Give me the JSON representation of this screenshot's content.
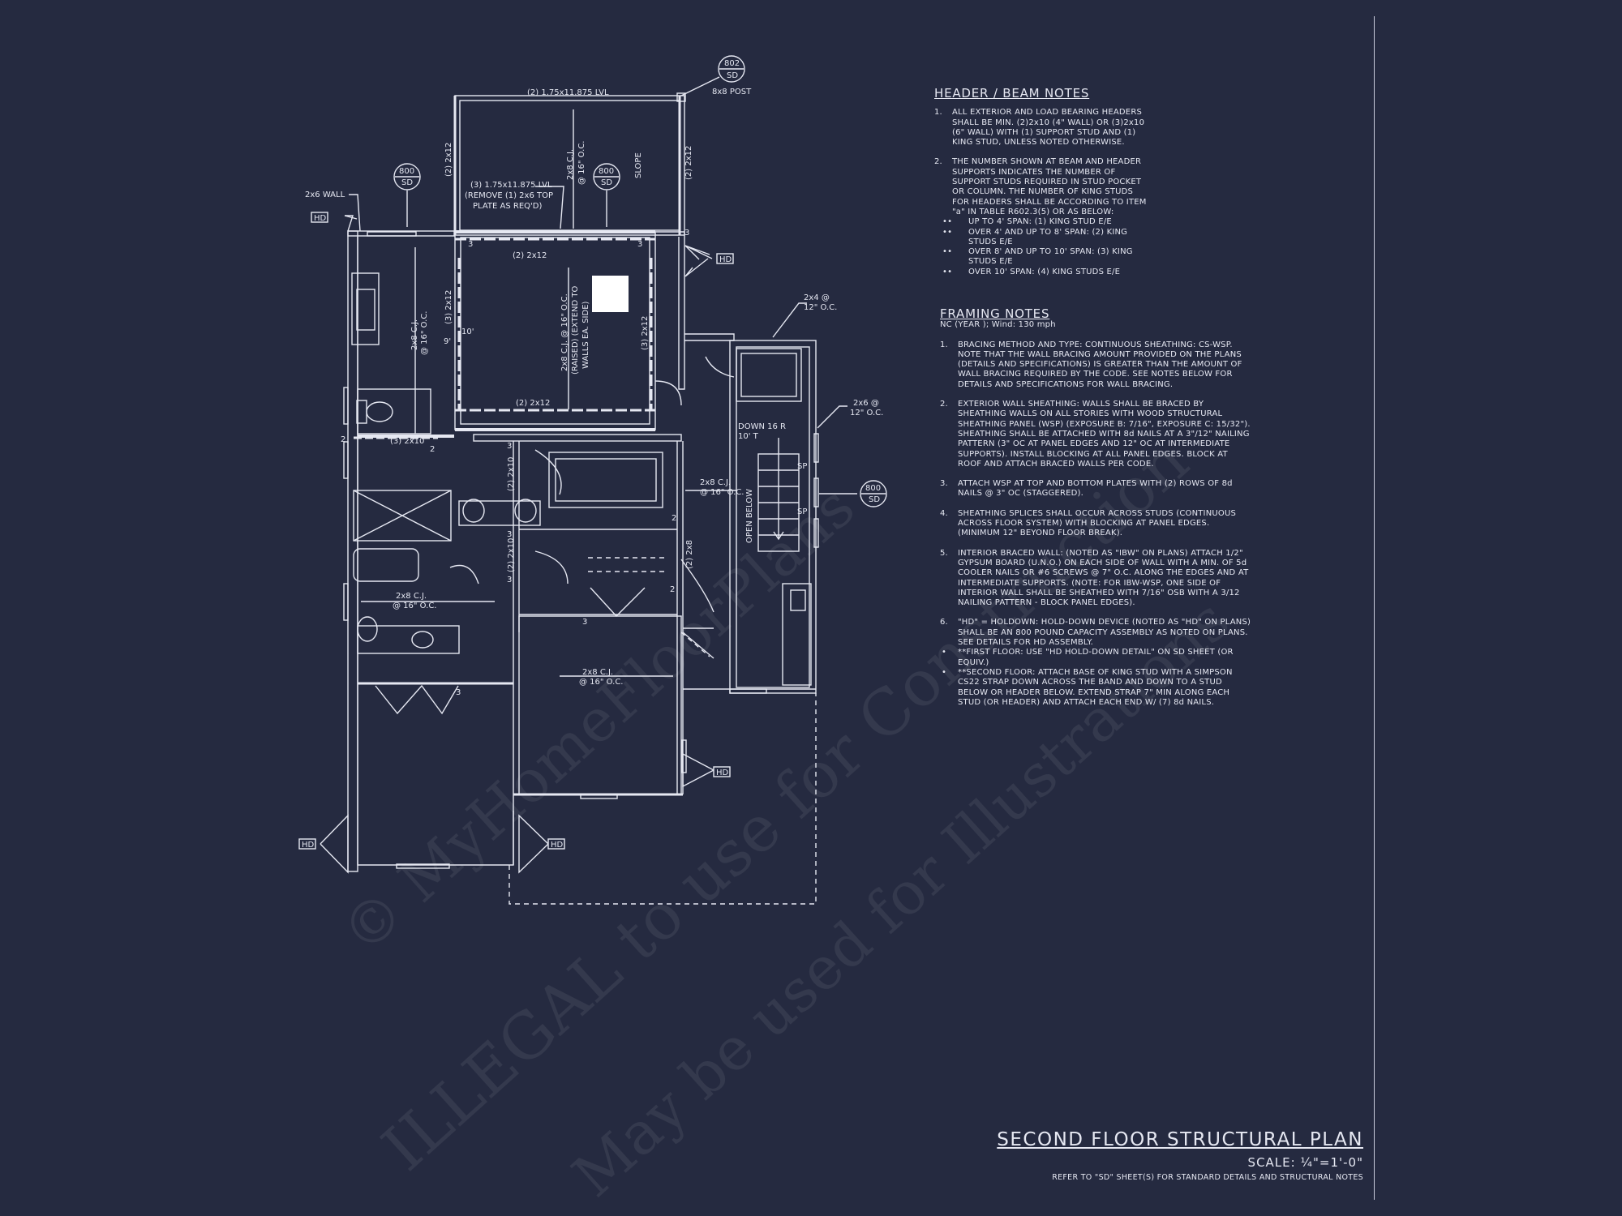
{
  "watermark": {
    "line1": "© MyHomeFloorPlans",
    "line2": "ILLEGAL to use for Construction",
    "line3": "May be used for Illustrations"
  },
  "header_notes": {
    "title": "HEADER / BEAM NOTES",
    "n1_num": "1.",
    "n1_text": "ALL EXTERIOR AND LOAD BEARING HEADERS SHALL BE MIN. (2)2x10 (4\" WALL) OR (3)2x10 (6\" WALL) WITH (1) SUPPORT STUD AND (1) KING STUD, UNLESS NOTED OTHERWISE.",
    "n2_num": "2.",
    "n2_text": "THE NUMBER SHOWN AT BEAM AND HEADER SUPPORTS INDICATES THE NUMBER OF SUPPORT STUDS REQUIRED IN STUD POCKET OR COLUMN. THE NUMBER OF KING STUDS FOR HEADERS SHALL BE ACCORDING TO ITEM \"a\" IN TABLE R602.3(5) OR AS BELOW:",
    "b1": "UP TO 4' SPAN: (1) KING STUD E/E",
    "b2": "OVER 4' AND UP TO 8' SPAN: (2) KING STUDS E/E",
    "b3": "OVER 8' AND UP TO 10' SPAN: (3) KING STUDS E/E",
    "b4": "OVER 10' SPAN: (4) KING STUDS E/E",
    "bullet": "••"
  },
  "framing_notes": {
    "title": "FRAMING NOTES",
    "subtitle": "NC (YEAR ); Wind: 130 mph",
    "n1_num": "1.",
    "n1_text": "BRACING METHOD AND TYPE: CONTINUOUS SHEATHING: CS-WSP. NOTE THAT THE WALL BRACING AMOUNT PROVIDED ON THE PLANS (DETAILS AND SPECIFICATIONS) IS GREATER THAN THE AMOUNT OF WALL BRACING REQUIRED BY THE CODE. SEE NOTES BELOW FOR DETAILS AND SPECIFICATIONS FOR WALL BRACING.",
    "n2_num": "2.",
    "n2_text": "EXTERIOR WALL SHEATHING: WALLS SHALL BE BRACED BY SHEATHING WALLS ON ALL STORIES WITH WOOD STRUCTURAL SHEATHING PANEL (WSP) (EXPOSURE B: 7/16\", EXPOSURE C: 15/32\"). SHEATHING SHALL BE ATTACHED WITH 8d NAILS AT A 3\"/12\" NAILING PATTERN (3\" OC AT PANEL EDGES AND 12\" OC AT INTERMEDIATE SUPPORTS). INSTALL BLOCKING AT ALL PANEL EDGES. BLOCK AT ROOF AND ATTACH BRACED WALLS PER CODE.",
    "n3_num": "3.",
    "n3_text": "ATTACH WSP AT TOP AND BOTTOM PLATES WITH (2) ROWS OF 8d NAILS @ 3\" OC (STAGGERED).",
    "n4_num": "4.",
    "n4_text": "SHEATHING SPLICES SHALL OCCUR ACROSS STUDS (CONTINUOUS ACROSS FLOOR SYSTEM) WITH BLOCKING AT PANEL EDGES. (MINIMUM 12\" BEYOND FLOOR BREAK).",
    "n5_num": "5.",
    "n5_text": "INTERIOR BRACED WALL: (NOTED AS \"IBW\" ON PLANS) ATTACH 1/2\" GYPSUM BOARD (U.N.O.) ON EACH SIDE OF WALL WITH A MIN. OF 5d COOLER NAILS OR #6 SCREWS @ 7\" O.C. ALONG THE EDGES AND AT INTERMEDIATE SUPPORTS. (NOTE: FOR IBW-WSP, ONE SIDE OF INTERIOR WALL SHALL BE SHEATHED WITH 7/16\" OSB WITH A 3/12 NAILING PATTERN - BLOCK PANEL EDGES).",
    "n6_num": "6.",
    "n6_text": "\"HD\" = HOLDOWN: HOLD-DOWN DEVICE (NOTED AS \"HD\" ON PLANS) SHALL BE AN 800 POUND CAPACITY ASSEMBLY AS NOTED ON PLANS. SEE DETAILS FOR HD ASSEMBLY.",
    "b1": "**FIRST FLOOR: USE \"HD HOLD-DOWN DETAIL\" ON SD SHEET (OR EQUIV.)",
    "b2": "**SECOND FLOOR: ATTACH BASE OF KING STUD WITH A SIMPSON CS22 STRAP DOWN ACROSS THE BAND AND DOWN TO A STUD BELOW OR HEADER BELOW. EXTEND STRAP 7\" MIN ALONG EACH STUD (OR HEADER) AND ATTACH EACH END W/ (7) 8d NAILS.",
    "bullet": "•"
  },
  "title_block": {
    "title": "SECOND FLOOR STRUCTURAL PLAN",
    "scale": "SCALE: ¼\"=1'-0\"",
    "note": "REFER TO \"SD\" SHEET(S) FOR STANDARD DETAILS AND STRUCTURAL NOTES"
  },
  "plan_labels": {
    "lvl_top": "(2) 1.75x11.875 LVL",
    "post_8x8": "8x8 POST",
    "bubble_802_top": "802",
    "bubble_800_top": "800",
    "bubble_sd": "SD",
    "wall_2x6": "2x6 WALL",
    "hd": "HD",
    "lvl_3_a": "(3) 1.75x11.875 LVL",
    "lvl_3_b": "(REMOVE (1) 2x6 TOP",
    "lvl_3_c": "PLATE AS REQ'D)",
    "two_2x12_a": "(2) 2x12",
    "two_2x12_b": "(2) 2x12",
    "two_2x12_left": "(2) 2x12",
    "two_2x12_right": "(2) 2x12",
    "three_2x12_left": "(3) 2x12",
    "three_2x12_right": "(3) 2x12",
    "cj_2x8_16_top": "2x8 C.J.",
    "cj_2x8_16_top2": "@ 16\" O.C.",
    "slope": "SLOPE",
    "cj_2x8_left_a": "2x8 C.J.",
    "cj_2x8_left_b": "@ 16\" O.C.",
    "raised_a": "2x8 C.J. @ 16\" O.C.",
    "raised_b": "(RAISED) (EXTEND TO",
    "raised_c": "WALLS EA. SIDE)",
    "ten_ft": "10'",
    "nine_ft": "9'",
    "three_2x10": "(3) 2x10",
    "two_2x10_a": "(2) 2x10",
    "two_2x10_b": "(2) 2x10",
    "two_2x8": "(2) 2x8",
    "cj_mid_a": "2x8 C.J.",
    "cj_mid_b": "@ 16\" O.C.",
    "cj_left_a": "2x8 C.J.",
    "cj_left_b": "@ 16\" O.C.",
    "cj_bot_a": "2x8 C.J.",
    "cj_bot_b": "@ 16\" O.C.",
    "stud_2x4_a": "2x4 @",
    "stud_2x4_b": "12\" O.C.",
    "stud_2x6_a": "2x6 @",
    "stud_2x6_b": "12\" O.C.",
    "down_16r": "DOWN 16 R",
    "ten_t": "10' T",
    "open_below": "OPEN BELOW",
    "sp": "SP",
    "n2": "2",
    "n3": "3",
    "bubble_800_right": "800"
  }
}
